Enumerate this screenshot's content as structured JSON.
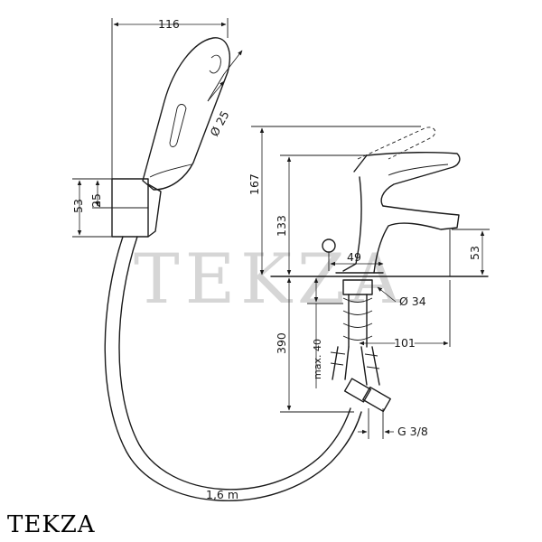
{
  "watermark": "TEKZA",
  "brand_label": "TEKZA",
  "dimensions": {
    "handshower_width": "116",
    "handshower_diameter": "Ø 25",
    "holder_height": "53",
    "holder_inner": "25",
    "height_total": "167",
    "height_spout": "133",
    "spout_reach": "49",
    "spout_height_right": "53",
    "hole_diameter": "Ø 34",
    "hose_length_supply": "390",
    "max_thickness": "max. 40",
    "supply_offset": "101",
    "thread": "G 3/8",
    "hose_length": "1,6 m"
  }
}
